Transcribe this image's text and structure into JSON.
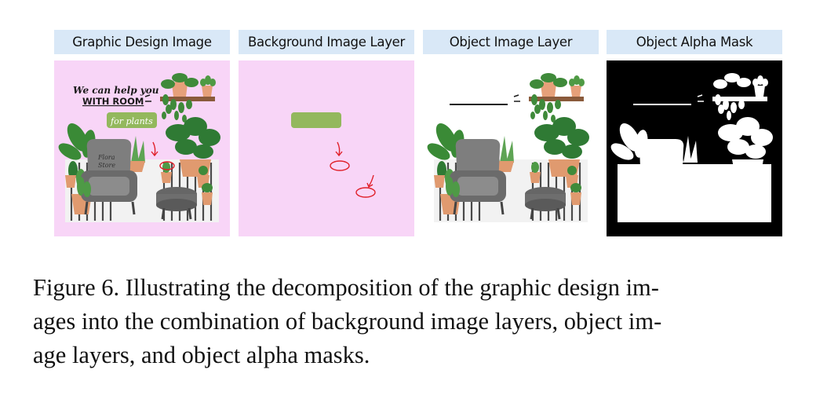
{
  "figure": {
    "panels": [
      {
        "header": "Graphic Design Image"
      },
      {
        "header": "Background Image Layer"
      },
      {
        "header": "Object Image Layer"
      },
      {
        "header": "Object Alpha Mask"
      }
    ],
    "design_text": {
      "line1": "We can help you",
      "line2": "WITH ROOM",
      "tag": "for plants",
      "store_line1": "Flora",
      "store_line2": "Store"
    },
    "caption": {
      "line1": "Figure 6. Illustrating the decomposition of the graphic design im-",
      "line2": "ages into the combination of background image layers, object im-",
      "line3": "age layers, and object alpha masks."
    },
    "colors": {
      "header_bg": "#d9e8f7",
      "pink_bg": "#f8d5f7",
      "green_tag": "#93b85d",
      "red_marker": "#e0202a"
    }
  }
}
